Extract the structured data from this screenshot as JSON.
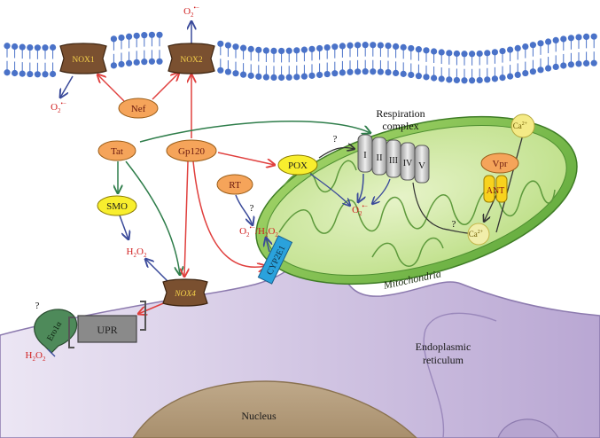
{
  "membrane_enzymes": {
    "nox1": "NOX1",
    "nox2": "NOX2",
    "nox4": "NOX4"
  },
  "viral_proteins": {
    "nef": "Nef",
    "tat": "Tat",
    "gp120": "Gp120",
    "rt": "RT",
    "vpr": "Vpr"
  },
  "molecules": {
    "smo": "SMO",
    "pox": "POX",
    "ant": "ANT",
    "ca_base": "Ca",
    "ca_charge": "2+",
    "o2_base": "O",
    "o2_sub": "2",
    "o2_sup": "•−",
    "h2o2_h": "H",
    "h2o2_o": "O",
    "sub_2": "2",
    "slash": "/",
    "question": "?"
  },
  "respiration": {
    "title_line1": "Respiration",
    "title_line2": "complex",
    "complex_1": "I",
    "complex_2": "II",
    "complex_3": "III",
    "complex_4": "IV",
    "complex_5": "V"
  },
  "organelles": {
    "mitochondria": "Mitochondria",
    "er_line1": "Endoplasmic",
    "er_line2": "reticulum",
    "nucleus": "Nucleus",
    "cyp2e1": "CYP2E1",
    "ero1a": "Ero1α",
    "upr": "UPR"
  },
  "colors": {
    "red_arrow": "#e0403e",
    "green_arrow": "#2e7d4a",
    "blue_arrow": "#3a4a9a",
    "orange_fill": "#f5a45a",
    "yellow_fill": "#f8ee2e",
    "mito_green": "#7fbf4a",
    "er_purple": "#cfc2e0",
    "membrane_blue": "#4a72c8"
  }
}
